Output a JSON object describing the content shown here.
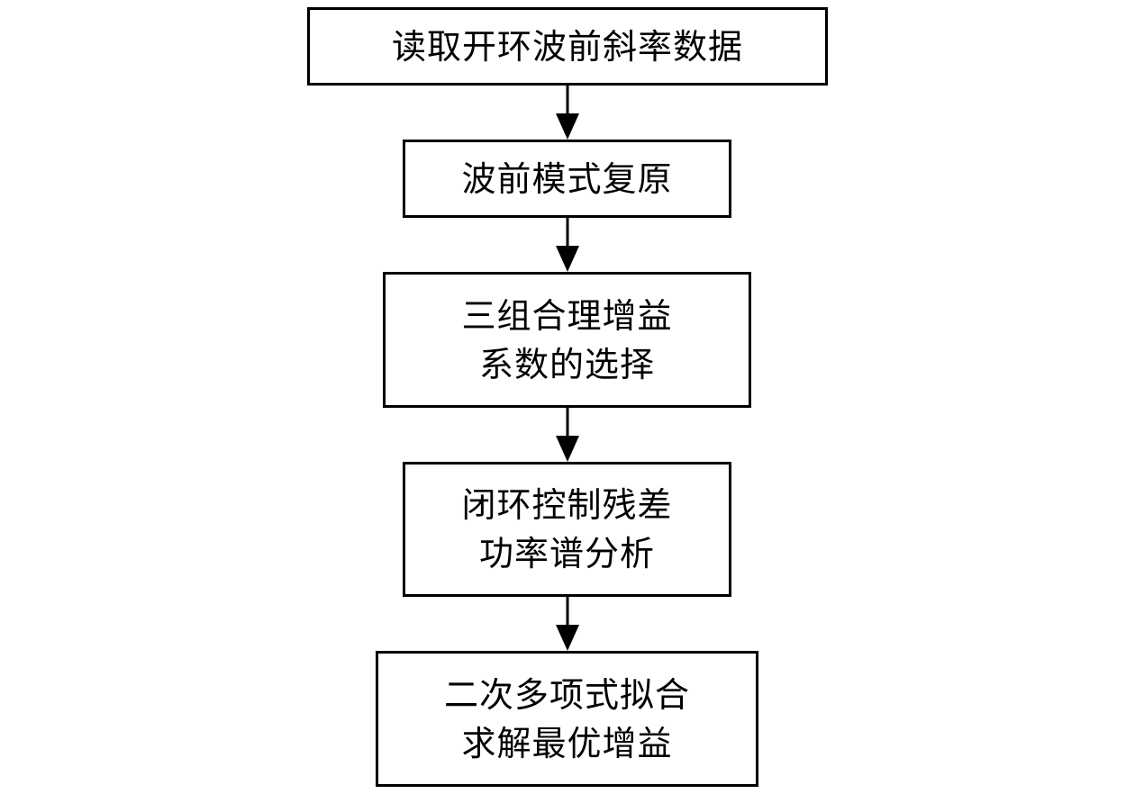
{
  "steps": [
    {
      "lines": [
        "读取开环波前斜率数据"
      ]
    },
    {
      "lines": [
        "波前模式复原"
      ]
    },
    {
      "lines": [
        "三组合理增益",
        "系数的选择"
      ]
    },
    {
      "lines": [
        "闭环控制残差",
        "功率谱分析"
      ]
    },
    {
      "lines": [
        "二次多项式拟合",
        "求解最优增益"
      ]
    }
  ]
}
